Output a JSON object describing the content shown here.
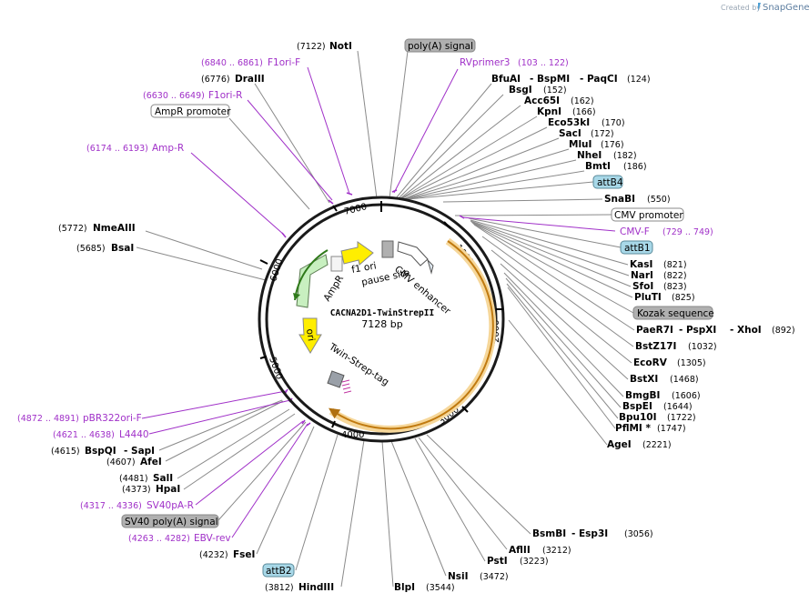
{
  "header": {
    "credit": "Created by",
    "brand": "SnapGene"
  },
  "plasmid": {
    "name": "CACNA2D1-TwinStrepII",
    "length_label": "7128 bp",
    "length_bp": 7128
  },
  "ring_ticks": [
    "1000",
    "2000",
    "3000",
    "4000",
    "5000",
    "6000",
    "7000"
  ],
  "inner_features": {
    "f1ori": "f1 ori",
    "pause": "pause site",
    "cmv": "CMV enhancer",
    "ampr": "AmpR",
    "ori": "ori",
    "twin": "Twin-Strep-tag"
  },
  "labels": {
    "notI_pos": "(7122)",
    "notI": "NotI",
    "polyA": "poly(A) signal",
    "f1ori_f_pos": "(6840 .. 6861)",
    "f1ori_f": "F1ori-F",
    "draIII_pos": "(6776)",
    "draIII": "DraIII",
    "rvprimer3": "RVprimer3",
    "rvprimer3_pos": "(103 .. 122)",
    "f1ori_r_pos": "(6630 .. 6649)",
    "f1ori_r": "F1ori-R",
    "ampr_promoter": "AmpR promoter",
    "ampr_primer_pos": "(6174 .. 6193)",
    "ampr_primer": "Amp-R",
    "bfuai": "BfuAI",
    "bspmi": "- BspMI",
    "paqci": "- PaqCI",
    "bfuai_pos": "(124)",
    "bsgi": "BsgI",
    "bsgi_pos": "(152)",
    "acc65i": "Acc65I",
    "acc65i_pos": "(162)",
    "kpni": "KpnI",
    "kpni_pos": "(166)",
    "eco53ki": "Eco53kI",
    "eco53ki_pos": "(170)",
    "saci": "SacI",
    "saci_pos": "(172)",
    "mlui": "MluI",
    "mlui_pos": "(176)",
    "nhei": "NheI",
    "nhei_pos": "(182)",
    "bmti": "BmtI",
    "bmti_pos": "(186)",
    "attb4": "attB4",
    "snabi": "SnaBI",
    "snabi_pos": "(550)",
    "cmv_promoter": "CMV promoter",
    "cmv_f": "CMV-F",
    "cmv_f_pos": "(729 .. 749)",
    "attb1": "attB1",
    "kasi": "KasI",
    "kasi_pos": "(821)",
    "nari": "NarI",
    "nari_pos": "(822)",
    "sfoi": "SfoI",
    "sfoi_pos": "(823)",
    "pluti": "PluTI",
    "pluti_pos": "(825)",
    "kozak": "Kozak sequence",
    "paer7i": "PaeR7I",
    "pspxi": "- PspXI",
    "xhoi": "- XhoI",
    "paer7i_pos": "(892)",
    "bstz17i": "BstZ17I",
    "bstz17i_pos": "(1032)",
    "ecorv": "EcoRV",
    "ecorv_pos": "(1305)",
    "bstxi": "BstXI",
    "bstxi_pos": "(1468)",
    "bmgbi": "BmgBI",
    "bmgbi_pos": "(1606)",
    "bspei": "BspEI",
    "bspei_pos": "(1644)",
    "bpu10i": "Bpu10I",
    "bpu10i_pos": "(1722)",
    "pflmi": "PflMI *",
    "pflmi_pos": "(1747)",
    "agei": "AgeI",
    "agei_pos": "(2221)",
    "nmeaiii_pos": "(5772)",
    "nmeaiii": "NmeAIII",
    "bsai_pos": "(5685)",
    "bsai": "BsaI",
    "pbr322_pos": "(4872 .. 4891)",
    "pbr322": "pBR322ori-F",
    "l4440_pos": "(4621 .. 4638)",
    "l4440": "L4440",
    "bspqi_pos": "(4615)",
    "bspqi": "BspQI",
    "sapi": "- SapI",
    "afei_pos": "(4607)",
    "afei": "AfeI",
    "sali_pos": "(4481)",
    "sali": "SalI",
    "hpai_pos": "(4373)",
    "hpai": "HpaI",
    "sv40pa_pos": "(4317 .. 4336)",
    "sv40pa": "SV40pA-R",
    "sv40_signal": "SV40 poly(A) signal",
    "ebv_pos": "(4263 .. 4282)",
    "ebv": "EBV-rev",
    "fsei_pos": "(4232)",
    "fsei": "FseI",
    "attb2": "attB2",
    "hindiii_pos": "(3812)",
    "hindiii": "HindIII",
    "blpi": "BlpI",
    "blpi_pos": "(3544)",
    "nsii": "NsiI",
    "nsii_pos": "(3472)",
    "psti": "PstI",
    "psti_pos": "(3223)",
    "aflii": "AflII",
    "aflii_pos": "(3212)",
    "bsmbi": "BsmBI",
    "esp3i": "- Esp3I",
    "bsmbi_pos": "(3056)"
  },
  "colors": {
    "primer": "#a030c8",
    "site": "#000000",
    "line": "#7f7f7f",
    "ring": "#000000",
    "orf": "#e0a030",
    "ampr": "#c8f0c0",
    "ori": "#ffee00",
    "feature_box": "#b0b0b0",
    "att_box": "#a8d8e8"
  }
}
